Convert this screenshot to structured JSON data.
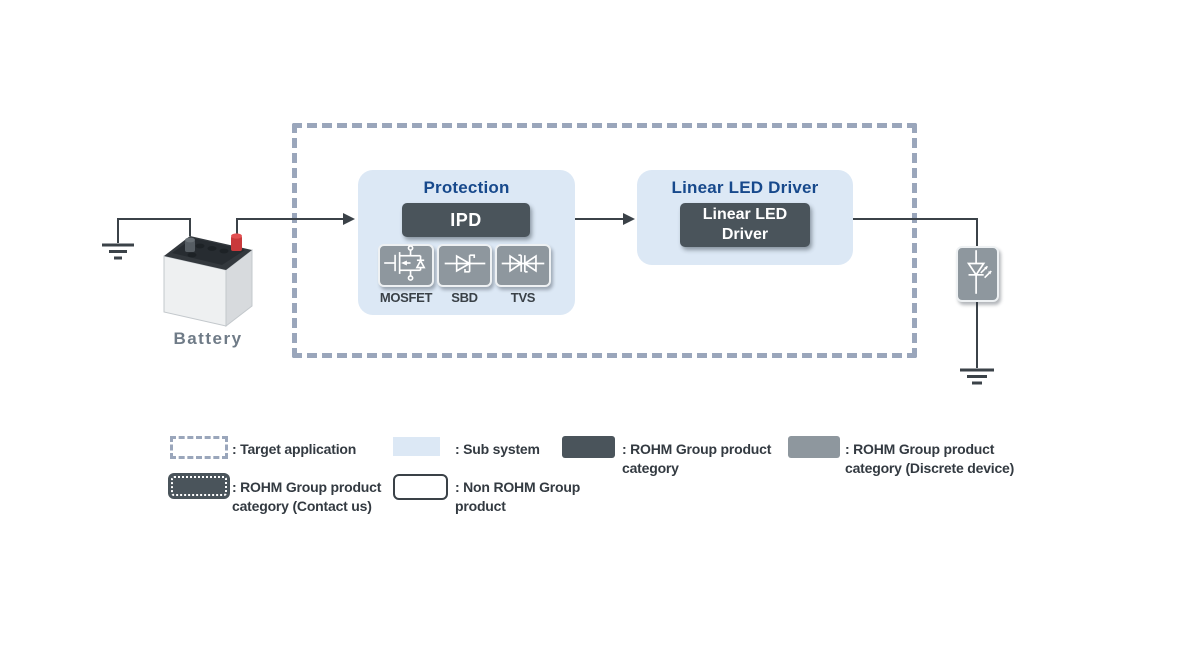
{
  "diagram": {
    "target_frame_meaning": "Target application",
    "battery": {
      "label": "Battery"
    },
    "protection": {
      "title": "Protection",
      "ipd_button": "IPD",
      "devices": [
        {
          "label": "MOSFET"
        },
        {
          "label": "SBD"
        },
        {
          "label": "TVS"
        }
      ]
    },
    "led_driver": {
      "title": "Linear LED Driver",
      "button": "Linear LED Driver"
    }
  },
  "legend": {
    "items": [
      {
        "name": "target-application",
        "line1": ": Target application",
        "line2": ""
      },
      {
        "name": "sub-system",
        "line1": ": Sub system",
        "line2": ""
      },
      {
        "name": "rohm-product-category",
        "line1": ": ROHM Group product",
        "line2": "category"
      },
      {
        "name": "rohm-product-category-discrete",
        "line1": ": ROHM Group product",
        "line2": "category (Discrete device)"
      },
      {
        "name": "rohm-product-category-contact",
        "line1": ": ROHM Group product",
        "line2": "category (Contact us)"
      },
      {
        "name": "non-rohm-product",
        "line1": ": Non ROHM Group",
        "line2": "product"
      }
    ]
  },
  "icons": {
    "ground": "earth-ground-symbol",
    "led": "led-diode-symbol",
    "mosfet": "mosfet-circuit-symbol",
    "sbd": "schottky-barrier-diode-symbol",
    "tvs": "tvs-bidirectional-diode-symbol",
    "battery": "car-battery-illustration"
  },
  "colors": {
    "accent_blue": "#17498c",
    "subsystem_fill": "#dce8f5",
    "dark_category": "#4a545b",
    "discrete_gray": "#8e979e",
    "frame_dash": "#9aa6bb",
    "wire": "#3b4248",
    "legend_text": "#333a41",
    "battery_label": "#6f7b87",
    "battery_terminal_red": "#d2403f"
  }
}
